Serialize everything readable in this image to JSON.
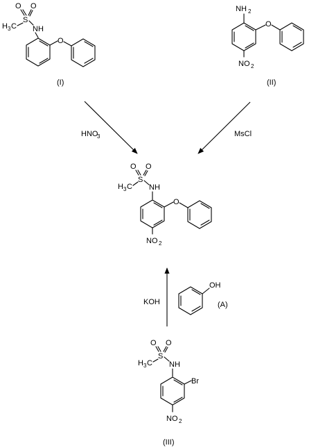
{
  "compound_labels": {
    "I": "(I)",
    "II": "(II)",
    "III": "(III)",
    "A": "(A)"
  },
  "reagents": {
    "hno3": "HNO",
    "hno3_sub": "3",
    "mscl": "MsCl",
    "koh": "KOH"
  },
  "atoms": {
    "S": "S",
    "O": "O",
    "NH": "NH",
    "H3C_main": "H",
    "H3C_sub": "3",
    "H3C_C": "C",
    "NH2_main": "NH",
    "NH2_sub": "2",
    "NO2_main": "NO",
    "NO2_sub": "2",
    "OH": "OH",
    "Br": "Br"
  }
}
